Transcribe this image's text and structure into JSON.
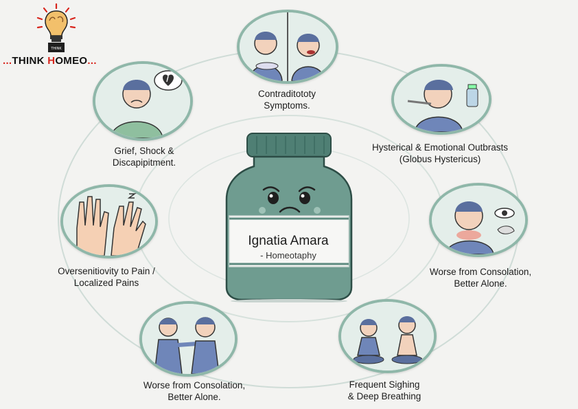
{
  "brand": {
    "prefix": "...",
    "think": "THINK ",
    "h": "H",
    "omeo": "OMEO",
    "suffix": "..."
  },
  "center": {
    "title": "Ignatia Amara",
    "subtitle": "- Homeotaphy"
  },
  "nodes": [
    {
      "id": "contradictory",
      "line1": "Contraditototy",
      "line2": "Symptoms."
    },
    {
      "id": "hysterical",
      "line1": "Hysterical & Emotional Outbrasts",
      "line2": "(Globus Hystericus)"
    },
    {
      "id": "consolation-right",
      "line1": "Worse from Consolation,",
      "line2": "Better Alone."
    },
    {
      "id": "sighing",
      "line1": "Frequent Sighing",
      "line2": "& Deep Breathing"
    },
    {
      "id": "consolation-left",
      "line1": "Worse from Consolation,",
      "line2": "Better Alone."
    },
    {
      "id": "pain",
      "line1": "Oversenitiovity to Pain /",
      "line2": "Localized Pains"
    },
    {
      "id": "grief",
      "line1": "Grief, Shock &",
      "line2": "Discapipitment."
    }
  ],
  "colors": {
    "bottle": "#6f9c90",
    "cap": "#4f7f74",
    "ring": "#c9d8d2",
    "node_border": "#8fb7a9",
    "brand_red": "#d8251c"
  }
}
